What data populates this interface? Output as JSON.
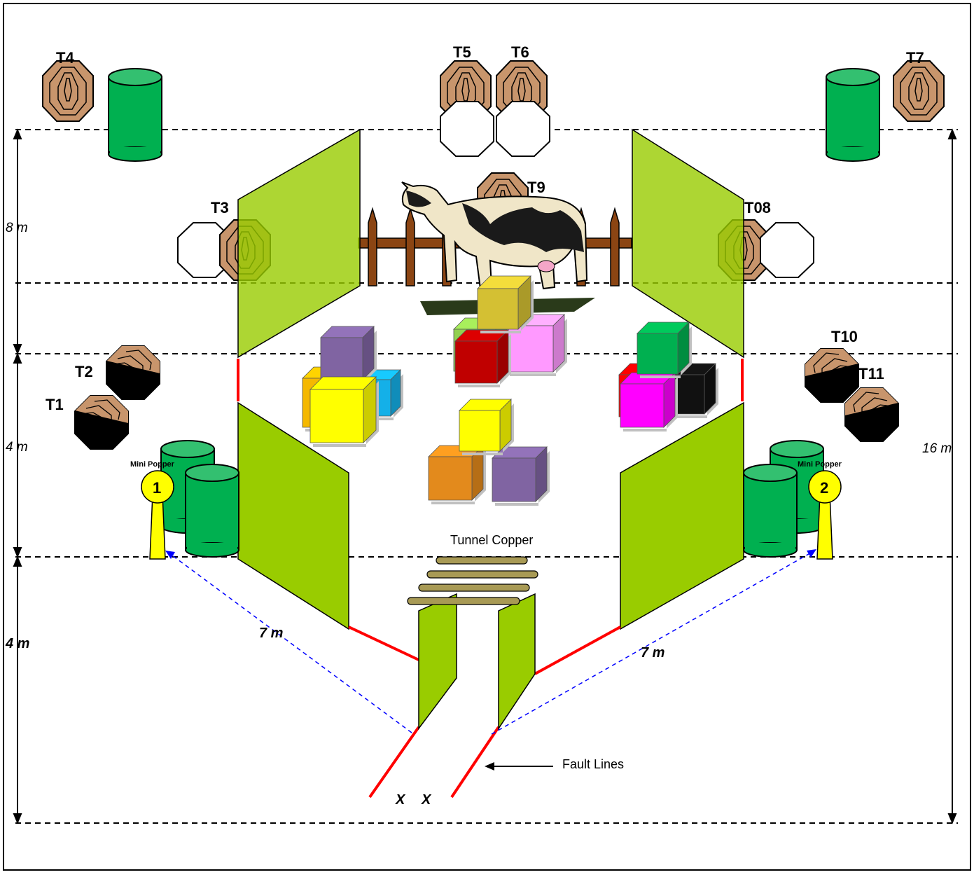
{
  "targets": {
    "t1": "T1",
    "t2": "T2",
    "t3": "T3",
    "t4": "T4",
    "t5": "T5",
    "t6": "T6",
    "t7": "T7",
    "t08": "T08",
    "t9": "T9",
    "t10": "T10",
    "t11": "T11"
  },
  "poppers": {
    "left_label": "Mini Popper",
    "left_number": "1",
    "right_label": "Mini Popper",
    "right_number": "2"
  },
  "dimensions": {
    "left_top": "8 m",
    "left_mid": "4 m",
    "left_bottom": "4 m",
    "right_total": "16 m",
    "diag_left": "7 m",
    "diag_right": "7 m"
  },
  "annotations": {
    "tunnel": "Tunnel Copper",
    "fault": "Fault Lines",
    "start_marks": [
      "X",
      "X"
    ]
  },
  "colors": {
    "target_tan": "#c8956c",
    "barrel_green": "#00b050",
    "wall_green": "#99cc00",
    "fault_red": "#ff0000",
    "popper_yellow": "#ffff00",
    "diag_blue": "#0000ff"
  }
}
